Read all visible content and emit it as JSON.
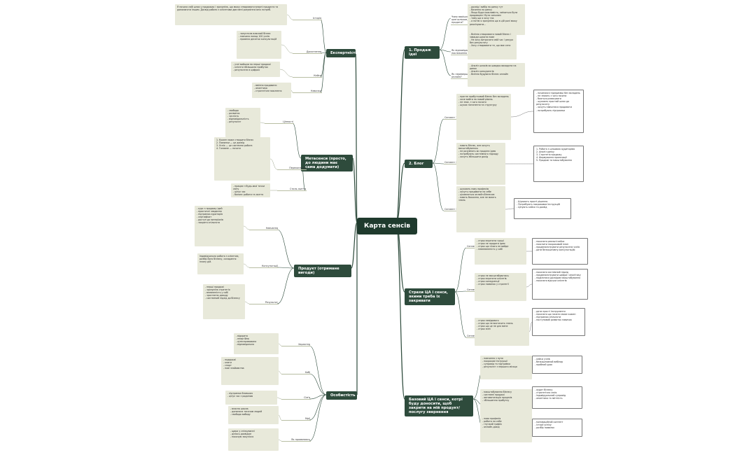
{
  "central": "Карта сенсів",
  "right": [
    {
      "title": "1. Продаж ідеї",
      "subs": [
        {
          "label": "Чому вирішилась піти цим шляхом, а не продати?",
          "notes": "- досвід і вибір на ринку тут\n- бачення на ринку\n- Якщо буде можливість, зміниться бути продавцем і бути сильним\n- тому що я хочу так\n- а потім я зрозуміла що в цій ролі можу реалізувати..."
        },
        {
          "label": "Як відповідає її покликанню тощо?",
          "notes": "- Вміння створювати новий бізнес і завжди шукати нове\n- Не хочу витрачати свій час і ресурс без результату\n- Хочу створювати те, що має сенс"
        },
        {
          "label": "Як перевершити онлайн?",
          "notes": "- Аналіз шляхів як швидко виходити на ринок\n- Аналіз конкурентів\n- Вміння будувати бізнес онлайн"
        }
      ]
    },
    {
      "title": "2. Блог",
      "subs": [
        {
          "label": "Сегмент 1",
          "notes": "- прагне прибутковий бізнес без вкладень\n- хоче вийти на новий рівень\n- не знає, з чого почати\n- шукає натхнення та структуру",
          "side": "- починаючі підприємці без вкладень\n- не знають з чого почати\n- бояться ризикувати\n- шукають простий шлях до результату\n- хочуть навчитися продавати\n- потребують підтримки"
        },
        {
          "label": "Сегмент 2",
          "notes": "- мають бізнес, але хочуть масштабуватись\n- не розуміють як продати ідею\n- потребують системного підходу\n- хочуть збільшити дохід",
          "side": "1. Робота з цільовою аудиторією\n2. Аналіз ринку\n3. Стратегія продажу\n4. Формування пропозиції\n5. Продажі та масштабування"
        },
        {
          "label": "Сегмент 3",
          "notes": "- шукають нову професію\n- хочуть працювати на себе\n- цікавляться онлайн-бізнесом\n- мають бажання, але не мають знань",
          "side": "- Шукають прості рішення\n- Потребують покрокових інструкцій\n- Цінують кейси та досвід"
        }
      ]
    },
    {
      "title": "Страхи ЦА і сенси, якими треба їх закривати",
      "subs": [
        {
          "label": "Сегмент 1",
          "notes": "- страх втратити гроші\n- страх не продати ідею\n- страх що нічого не вийде\n- невпевненість у собі",
          "side": "- показати реальні кейси\n- пояснити покроковий план\n- продемонструвати результати учнів\n- дати безкоштовну консультацію"
        },
        {
          "label": "Сегмент 2",
          "notes": "- страх не масштабуватись\n- страх втратити клієнтів\n- страх конкуренції\n- страх помилок у стратегії",
          "side": "- показати системний підхід\n- продемонструвати цифри і аналітику\n- поділитися досвідом масштабування\n- показати відгуки клієнтів"
        },
        {
          "label": "Сегмент 3",
          "notes": "- страх невідомого\n- страх що не вистачить знань\n- страх що це не для мене\n- страх змін",
          "side": "- дати прості інструменти\n- показати що почати може кожен\n- підтримка спільноти\n- поступовий розвиток навичок"
        }
      ]
    },
    {
      "title": "Базовий ЦА і сенси, котрі буду доносити, щоб закрити на мій продукт/послугу звернення",
      "subs": [
        {
          "label": "Сегмент 1",
          "notes": "- навчання з нуля\n- покрокові інструкції\n- супровід та підтримка\n- результат з першого місяця",
          "side": "- кейси учнів\n- безкоштовний вебінар\n- пробний урок"
        },
        {
          "label": "Сегмент 2",
          "notes": "- масштабування бізнесу\n- системні продажі\n- автоматизація процесів\n- збільшення прибутку",
          "side": "- аудит бізнесу\n- стратегічна сесія\n- індивідуальний супровід\n- аналітика та звітність"
        },
        {
          "label": "Сегмент 3",
          "notes": "- нова професія\n- робота на себе\n- гнучкий графік\n- онлайн-дохід",
          "side": "- мотиваційний контент\n- історії успіху\n- розбір помилок"
        }
      ]
    }
  ],
  "left": [
    {
      "title": "Експертність",
      "subs": [
        {
          "label": "Історія",
          "notes": "Я почала свій шлях у продажах і зрозуміла, що можу створювати власні продукти та допомагати іншим. Досвід роботи з клієнтами дав мені розуміння їхніх потреб."
        },
        {
          "label": "Досягнення",
          "notes": "- запустила власний бізнес\n- навчила понад 100 учнів\n- провела десятки консультацій"
        },
        {
          "label": "Кейси",
          "notes": "- учні вийшли на перші продажі\n- клієнти збільшили прибуток\n- результати в цифрах"
        },
        {
          "label": "Навички",
          "notes": "- вміння продавати\n- аналітика\n- стратегічне мислення"
        }
      ]
    },
    {
      "title": "Метасенси (просто, до людини має сама додумати)",
      "subs": [
        {
          "label": "Цінності",
          "notes": "- свобода\n- розвиток\n- чесність\n- відповідальність\n- результат"
        },
        {
          "label": "Переконання",
          "notes": "1. Кожен може створити бізнес\n2. Помилки — це досвід\n3. Успіх — це системна робота\n4. Головне — почати"
        },
        {
          "label": "Стиль життя",
          "notes": "- працює з будь-якої точки світу\n- цінує час\n- баланс роботи та життя"
        }
      ]
    },
    {
      "title": "Продукт (отримане вигоди)",
      "subs": [
        {
          "label": "Навчання",
          "notes": "- курс з продажу ідей\n- практичні завдання\n- підтримка кураторів\n- сертифікат\n- доступ до матеріалів\n- закрита спільнота"
        },
        {
          "label": "Консультації",
          "notes": "Індивідуальна робота з клієнтом, розбір його бізнесу, складання плану дій."
        },
        {
          "label": "Результат",
          "notes": "- перші продажі\n- зрозуміла стратегія\n- впевненість у собі\n- зростання доходу\n- системний підхід до бізнесу"
        }
      ]
    },
    {
      "title": "Особистість",
      "subs": [
        {
          "label": "Характер",
          "notes": "- відкрита\n- енергійна\n- цілеспрямована\n- відповідальна"
        },
        {
          "label": "Хобі",
          "notes": "- подорожі\n- книги\n- спорт\n- нові знайомства"
        },
        {
          "label": "Сім'я",
          "notes": "- підтримка близьких\n- цінує час з родиною"
        },
        {
          "label": "Мрії",
          "notes": "- власна школа\n- допомога тисячам людей\n- свобода вибору"
        },
        {
          "label": "Як проявляюсь",
          "notes": "- щира у спілкуванні\n- ділюсь досвідом\n- показую закулісся"
        }
      ]
    }
  ]
}
